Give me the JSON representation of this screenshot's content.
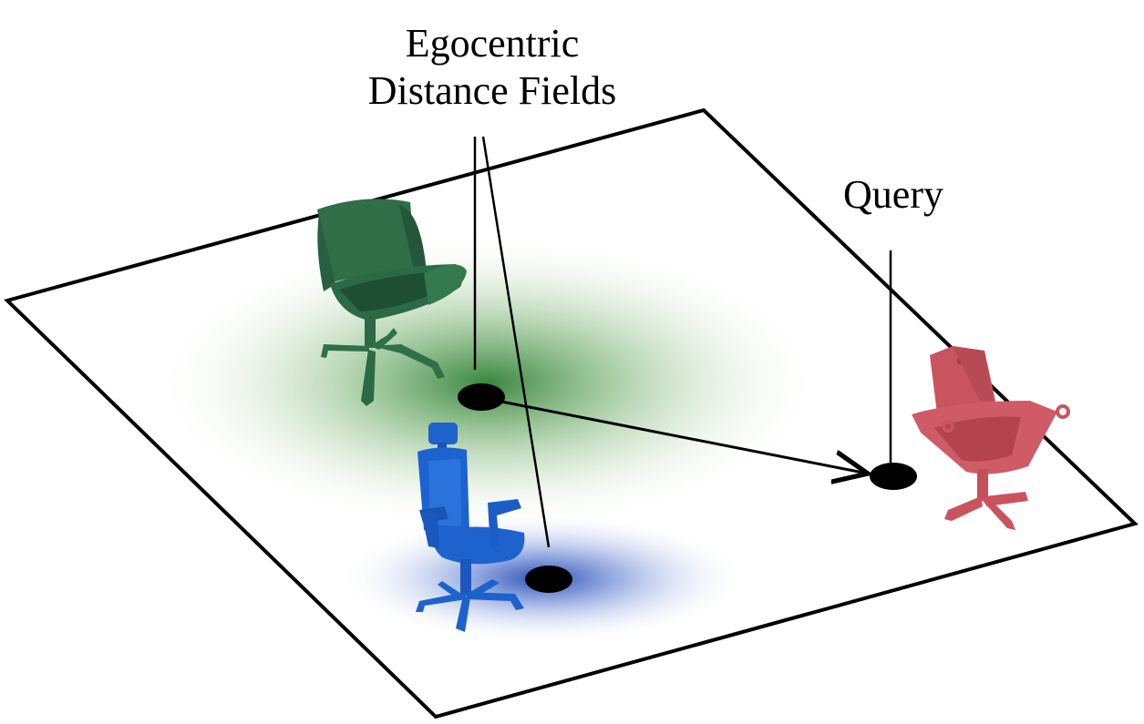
{
  "labels": {
    "egocentric_line1": "Egocentric",
    "egocentric_line2": "Distance Fields",
    "query": "Query"
  },
  "colors": {
    "green_chair": "#2e6b45",
    "blue_chair": "#1e60c8",
    "red_chair": "#c95360",
    "green_field": "#3f8a3a",
    "blue_field": "#2d55b8",
    "outline": "#000000"
  },
  "icons": [
    "green-armchair-icon",
    "blue-office-chair-icon",
    "red-hex-chair-icon"
  ]
}
